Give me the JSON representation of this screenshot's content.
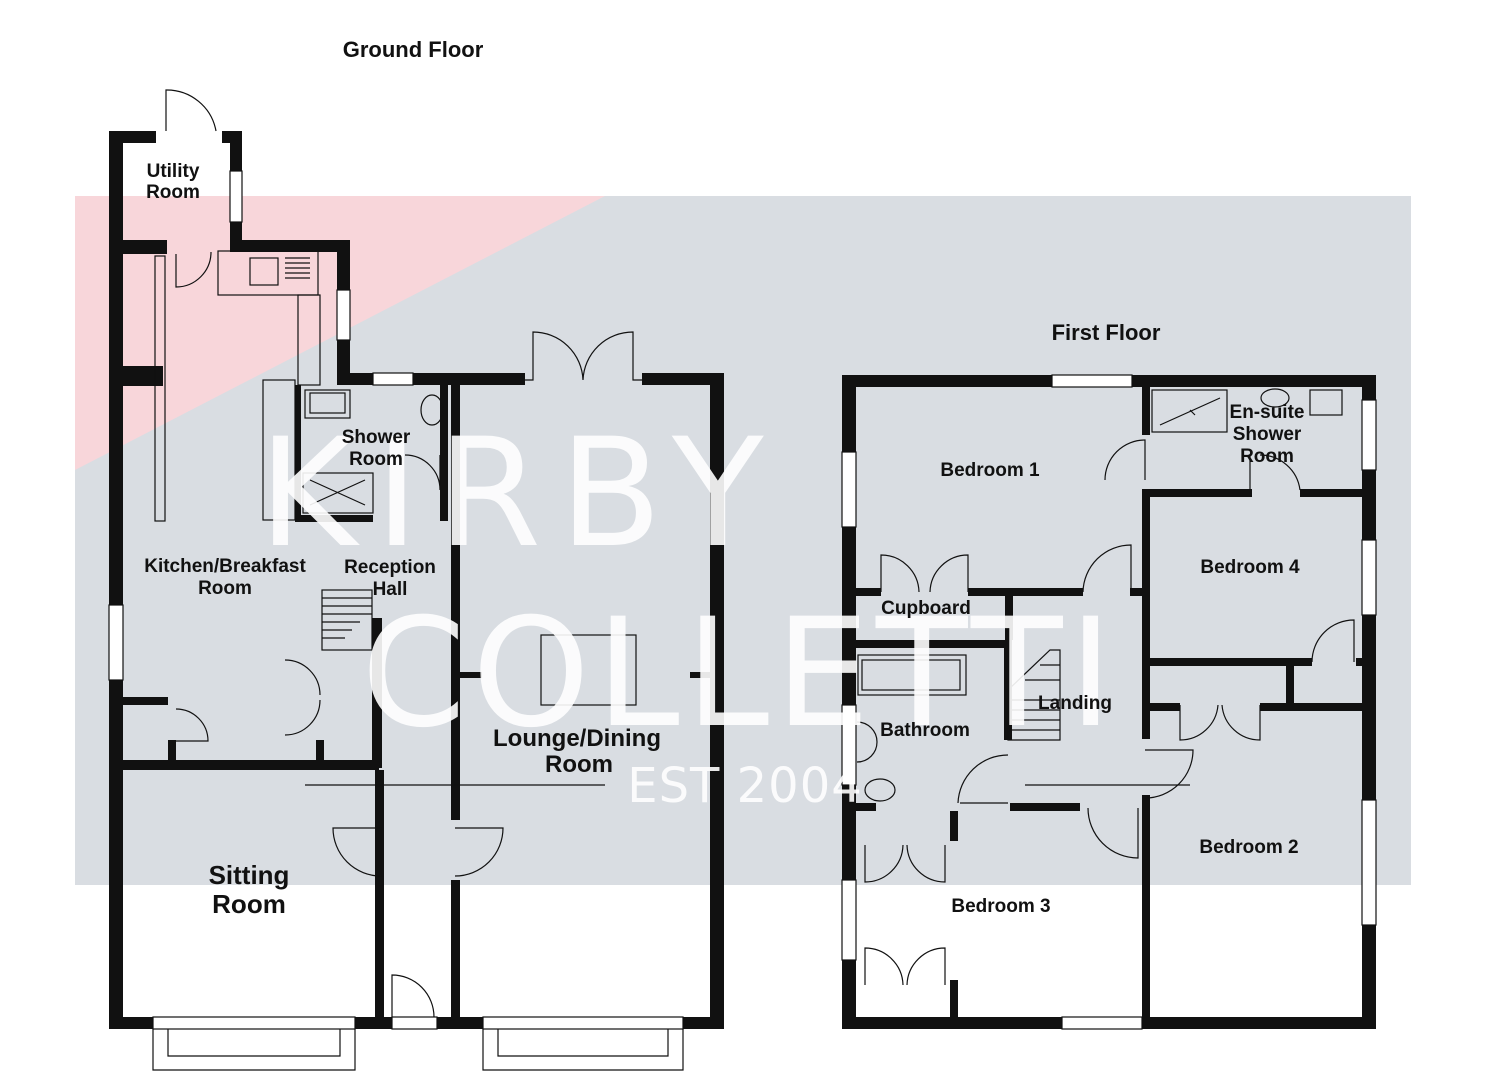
{
  "titles": {
    "ground": "Ground Floor",
    "first": "First Floor"
  },
  "watermark": {
    "line1": "KIRBY",
    "line2": "COLLETTI",
    "line3": "EST 2004"
  },
  "rooms": {
    "utility_1": "Utility",
    "utility_2": "Room",
    "shower_1": "Shower",
    "shower_2": "Room",
    "kitchen_1": "Kitchen/Breakfast",
    "kitchen_2": "Room",
    "reception_1": "Reception",
    "reception_2": "Hall",
    "lounge_1": "Lounge/Dining",
    "lounge_2": "Room",
    "sitting_1": "Sitting",
    "sitting_2": "Room",
    "bedroom1": "Bedroom 1",
    "ensuite_1": "En-suite",
    "ensuite_2": "Shower",
    "ensuite_3": "Room",
    "bedroom4": "Bedroom 4",
    "cupboard": "Cupboard",
    "landing": "Landing",
    "bathroom": "Bathroom",
    "bedroom2": "Bedroom 2",
    "bedroom3": "Bedroom 3"
  },
  "colors": {
    "wall": "#111111",
    "watermark_band": "#d9dde2",
    "watermark_accent": "#f8d6da"
  }
}
